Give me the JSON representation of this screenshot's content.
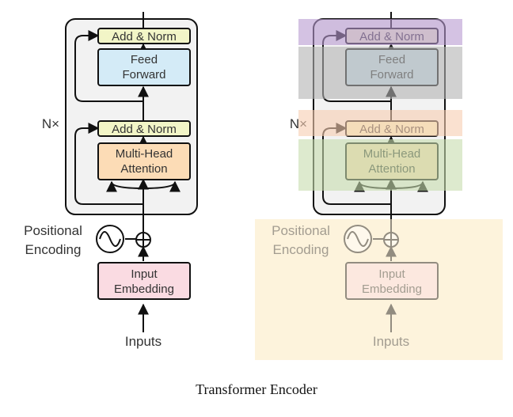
{
  "caption": "Transformer Encoder",
  "encoder": {
    "repeat_label": "N×",
    "add_norm": "Add & Norm",
    "feed_forward": [
      "Feed",
      "Forward"
    ],
    "attention": [
      "Multi-Head",
      "Attention"
    ],
    "positional_encoding": [
      "Positional",
      "Encoding"
    ],
    "input_embedding": [
      "Input",
      "Embedding"
    ],
    "inputs": "Inputs"
  },
  "colors": {
    "add_norm_fill": "#f2f5c7",
    "feed_forward_fill": "#d4ebf7",
    "attention_fill": "#fcdcb6",
    "embedding_fill": "#fadbe2",
    "encoder_block_fill": "#f2f2f2",
    "highlight_purple": "#b89ad0",
    "highlight_gray": "#b3b3b3",
    "highlight_orange": "#f7cdb0",
    "highlight_green": "#c6dcae",
    "highlight_cream": "#fdf3dc"
  }
}
